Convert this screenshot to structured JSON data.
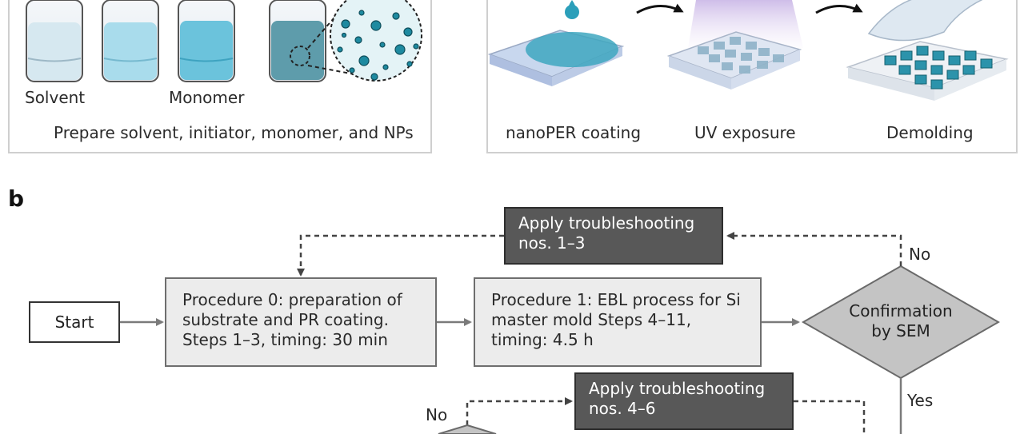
{
  "panel_a": {
    "label_solvent": "Solvent",
    "label_monomer": "Monomer",
    "caption": "Prepare solvent, initiator, monomer, and NPs",
    "steps": [
      "nanoPER coating",
      "UV exposure",
      "Demolding"
    ]
  },
  "panel_b": {
    "label": "b",
    "start": "Start",
    "procedure0": "Procedure 0: preparation of substrate and PR coating. Steps 1–3, timing: 30 min",
    "procedure1": "Procedure 1: EBL process for Si master mold Steps 4–11, timing: 4.5 h",
    "decision": "Confirmation by SEM",
    "troubleshoot_1": "Apply troubleshooting nos. 1–3",
    "troubleshoot_2": "Apply troubleshooting nos. 4–6",
    "edge_no_1": "No",
    "edge_yes": "Yes",
    "edge_no_2": "No"
  },
  "colors": {
    "accent_teal": "#2a8fa6",
    "dark_box": "#585858",
    "light_box": "#ececec",
    "diamond": "#c4c4c4"
  }
}
